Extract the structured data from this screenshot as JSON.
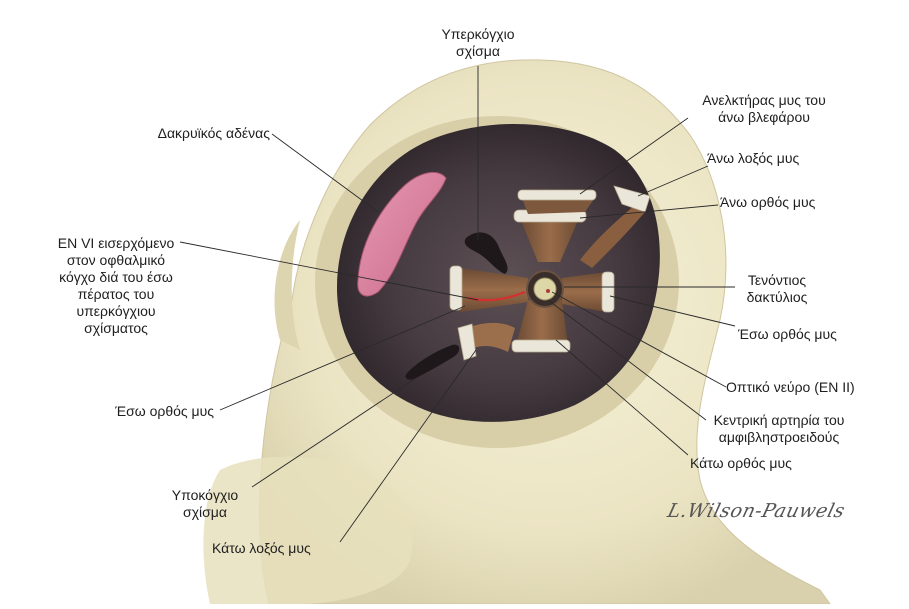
{
  "labels": {
    "superior_orbital_fissure": [
      "Υπερκόγχιο",
      "σχίσμα"
    ],
    "lacrimal_gland": [
      "Δακρυϊκός αδένας"
    ],
    "levator_palpebrae": [
      "Ανελκτήρας μυς του",
      "άνω βλεφάρου"
    ],
    "superior_oblique": [
      "Άνω λοξός μυς"
    ],
    "superior_rectus": [
      "Άνω ορθός μυς"
    ],
    "cn_vi": [
      "ΕΝ VI εισερχόμενο",
      "στον οφθαλμικό",
      "κόγχο διά του έσω",
      "πέρατος του",
      "υπερκόγχιου",
      "σχίσματος"
    ],
    "tendinous_ring": [
      "Τενόντιος",
      "δακτύλιος"
    ],
    "medial_rectus_right": [
      "Έσω ορθός μυς"
    ],
    "optic_nerve": [
      "Οπτικό νεύρο (ΕΝ ΙΙ)"
    ],
    "medial_rectus_left": [
      "Έσω ορθός μυς"
    ],
    "central_retinal_artery": [
      "Κεντρική αρτηρία του",
      "αμφιβληστροειδούς"
    ],
    "inferior_rectus": [
      "Κάτω ορθός μυς"
    ],
    "inferior_orbital_fissure": [
      "Υποκόγχιο",
      "σχίσμα"
    ],
    "inferior_oblique": [
      "Κάτω λοξός μυς"
    ]
  },
  "signature": "L.Wilson-Pauwels",
  "colors": {
    "bone": "#ede7c9",
    "orbit_cavity": "#4a3f45",
    "muscle": "#8c6242",
    "tendon": "#ece7dc",
    "gland": "#d9809f",
    "nerve": "#d62f2f",
    "leader_line": "#2a2a2a"
  }
}
